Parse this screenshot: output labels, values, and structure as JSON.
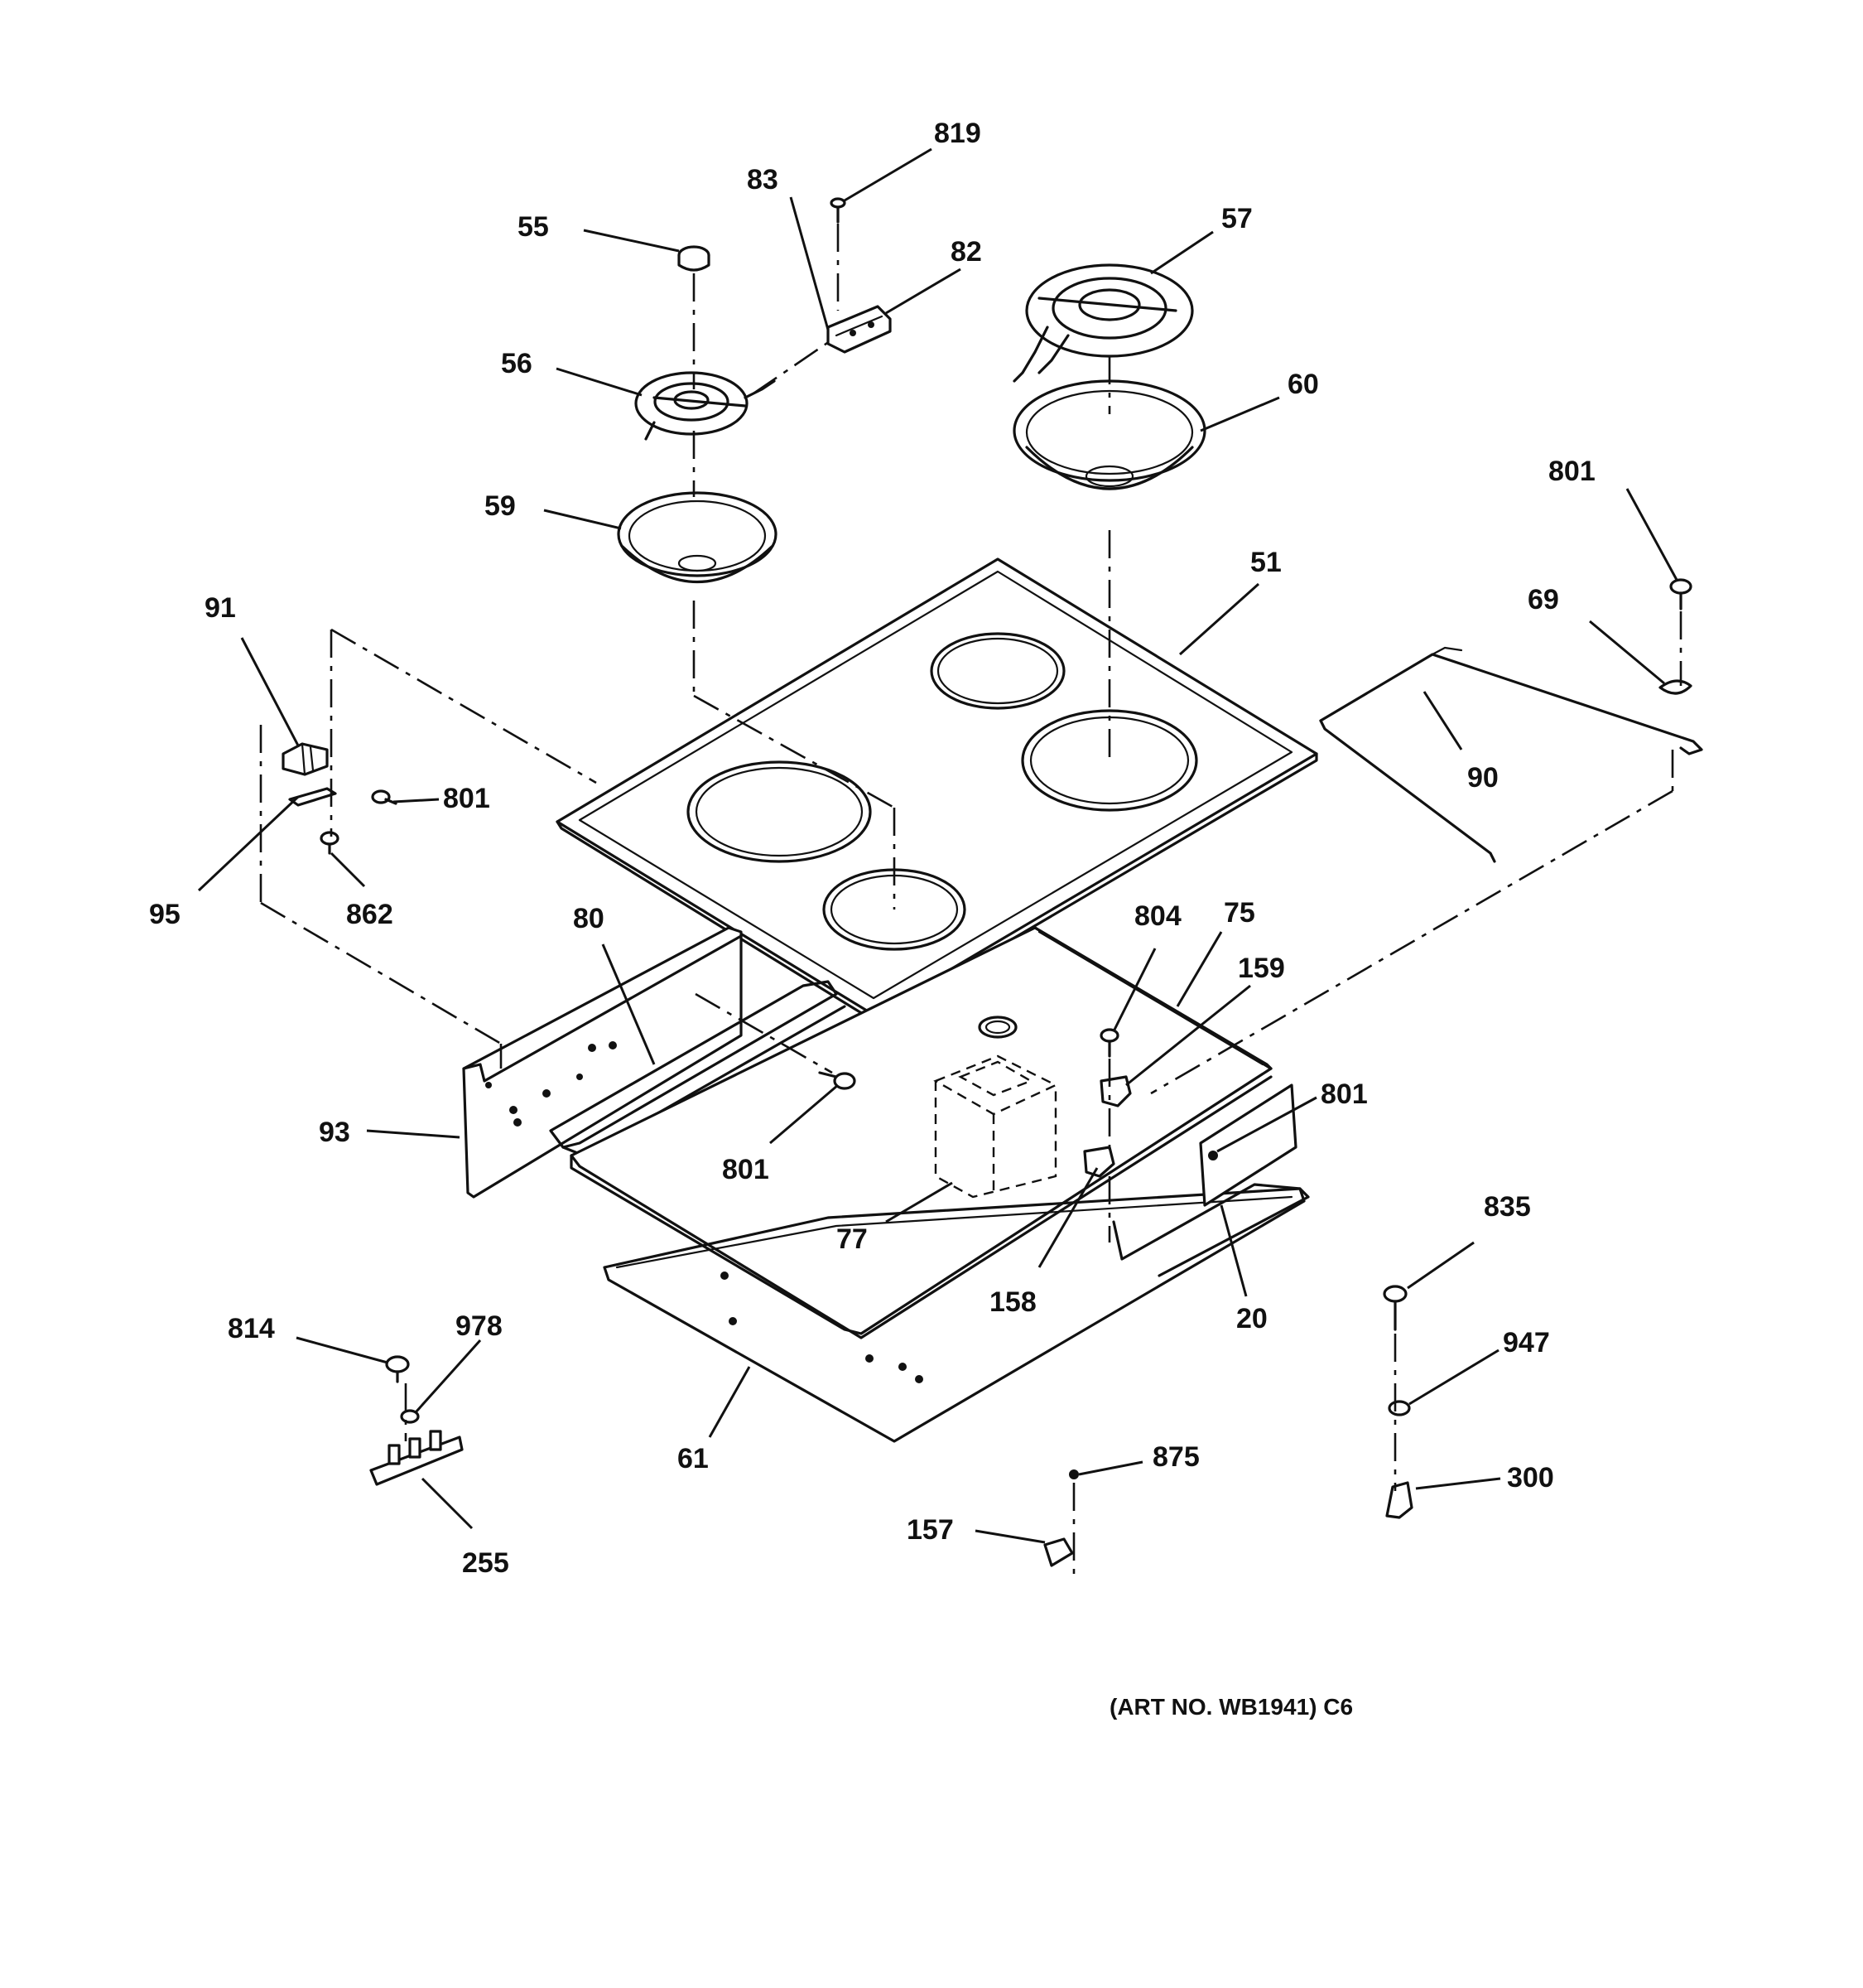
{
  "labels": {
    "l819": "819",
    "l83": "83",
    "l55": "55",
    "l82": "82",
    "l57": "57",
    "l56": "56",
    "l60": "60",
    "l59": "59",
    "l801a": "801",
    "l51": "51",
    "l69": "69",
    "l91": "91",
    "l90": "90",
    "l801b": "801",
    "l95": "95",
    "l862": "862",
    "l80": "80",
    "l804": "804",
    "l75": "75",
    "l159": "159",
    "l93": "93",
    "l801c": "801",
    "l801d": "801",
    "l77": "77",
    "l835": "835",
    "l158": "158",
    "l20": "20",
    "l814": "814",
    "l978": "978",
    "l947": "947",
    "l61": "61",
    "l875": "875",
    "l300": "300",
    "l157": "157",
    "l255": "255"
  },
  "caption": "(ART NO. WB1941) C6"
}
